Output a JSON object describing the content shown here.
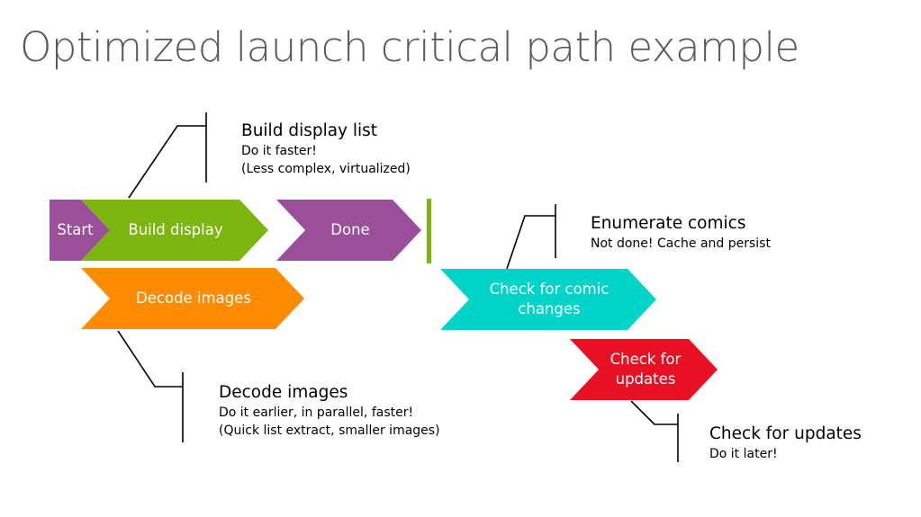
{
  "title": "Optimized launch critical path example",
  "colors": {
    "purple": "#9b4f9b",
    "green": "#7cb50e",
    "orange": "#ff8b00",
    "teal": "#00d4c8",
    "red": "#e81123"
  },
  "steps": {
    "start": "Start",
    "build_display": "Build display",
    "done": "Done",
    "decode_images": "Decode images",
    "check_comic_changes": "Check for comic\nchanges",
    "check_updates": "Check for\nupdates"
  },
  "callouts": {
    "build_list": {
      "heading": "Build display list",
      "lines": [
        "Do it faster!",
        "(Less complex, virtualized)"
      ]
    },
    "decode": {
      "heading": "Decode images",
      "lines": [
        "Do it earlier, in parallel, faster!",
        "(Quick list extract, smaller images)"
      ]
    },
    "enumerate": {
      "heading": "Enumerate comics",
      "lines": [
        "Not done! Cache and persist"
      ]
    },
    "updates": {
      "heading": "Check for updates",
      "lines": [
        "Do it later!"
      ]
    }
  }
}
